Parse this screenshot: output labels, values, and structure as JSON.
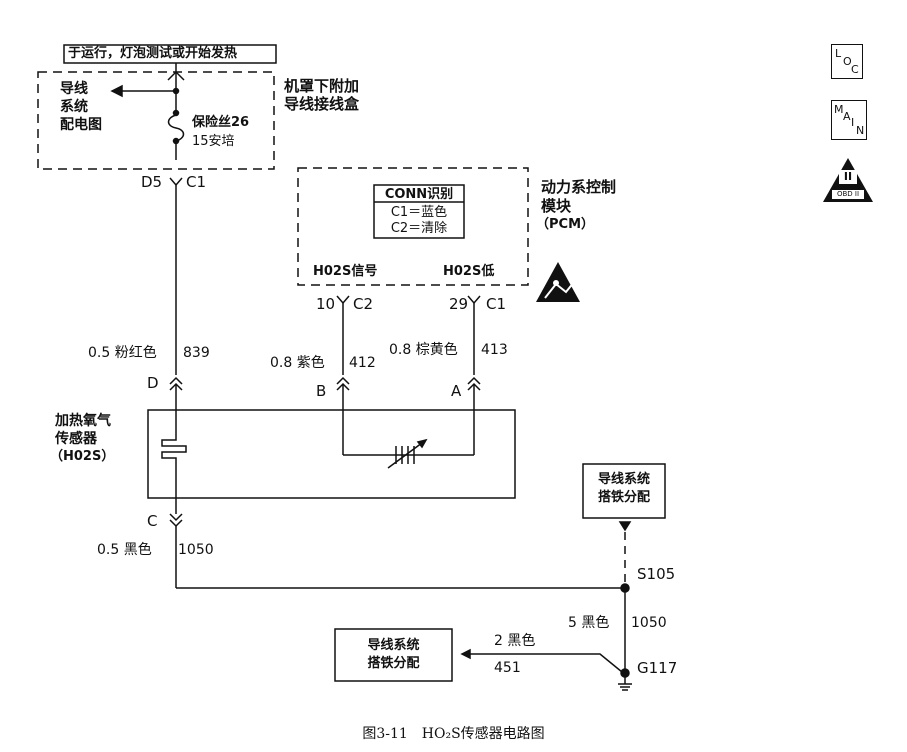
{
  "power_header": "于运行，灯泡测试或开始发热",
  "fuse_block": {
    "name_line1": "机罩下附加",
    "name_line2": "导线接线盒",
    "ref_line1": "导线",
    "ref_line2": "系统",
    "ref_line3": "配电图",
    "fuse_label": "保险丝26",
    "fuse_rating": "15安培",
    "connector_pin": "D5",
    "connector_id": "C1"
  },
  "pcm": {
    "name_line1": "动力系控制",
    "name_line2": "模块",
    "name_line3": "（PCM）",
    "conn_header": "CONN识别",
    "conn_c1": "C1＝蓝色",
    "conn_c2": "C2＝清除",
    "pin_signal_label": "H02S信号",
    "pin_low_label": "H02S低",
    "signal_pin": "10",
    "signal_conn": "C2",
    "low_pin": "29",
    "low_conn": "C1"
  },
  "wires": {
    "w839_size_color": "0.5 粉红色",
    "w839_circuit": "839",
    "w412_size_color": "0.8 紫色",
    "w412_circuit": "412",
    "w413_size_color": "0.8 棕黄色",
    "w413_circuit": "413",
    "w1050a_size_color": "0.5 黑色",
    "w1050a_circuit": "1050",
    "w1050b_size_color": "5 黑色",
    "w1050b_circuit": "1050",
    "w451_size_color": "2 黑色",
    "w451_circuit": "451"
  },
  "sensor": {
    "name_line1": "加热氧气",
    "name_line2": "传感器",
    "name_line3": "（H02S）",
    "pin_d": "D",
    "pin_b": "B",
    "pin_a": "A",
    "pin_c": "C"
  },
  "ground_ref_top": {
    "line1": "导线系统",
    "line2": "搭铁分配"
  },
  "ground_ref_bottom": {
    "line1": "导线系统",
    "line2": "搭铁分配"
  },
  "splice": "S105",
  "ground": "G117",
  "icons": {
    "loc": [
      "L",
      "O",
      "C"
    ],
    "main": [
      "M",
      "A",
      "I",
      "N"
    ],
    "obd_label": "OBD II",
    "obd_mark": "II"
  },
  "caption": "图3-11　HO₂S传感器电路图"
}
